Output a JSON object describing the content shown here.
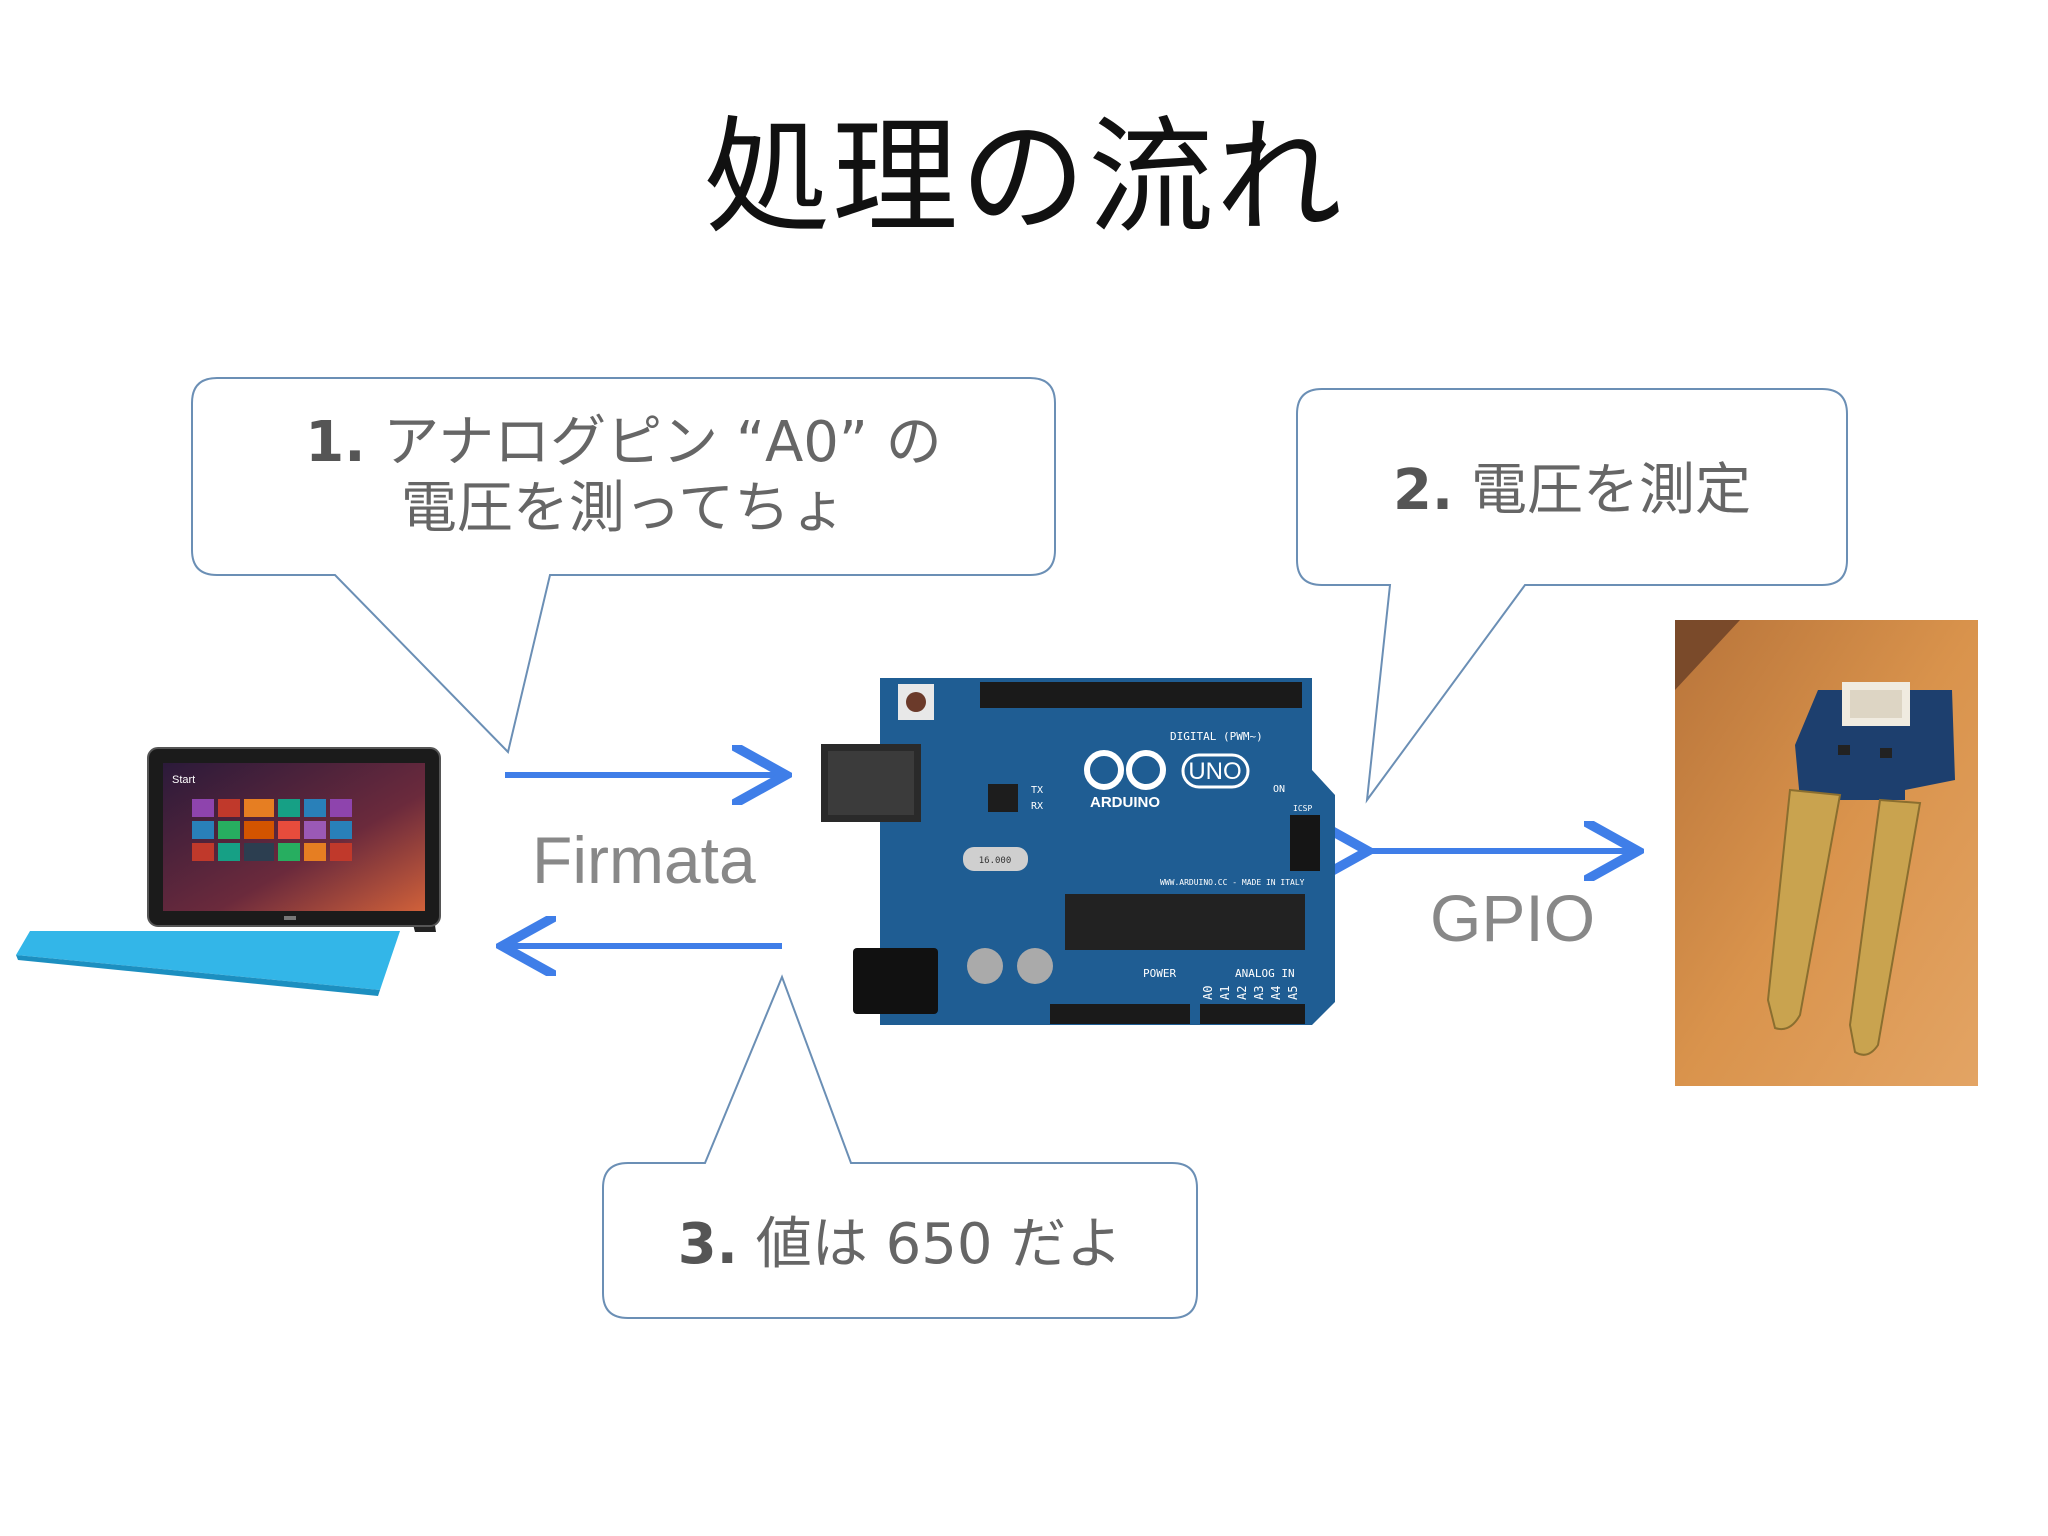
{
  "slide": {
    "title": "処理の流れ"
  },
  "bubbles": [
    {
      "num": "1.",
      "line1": "アナログピン “A0” の",
      "line2": "電圧を測ってちょ"
    },
    {
      "num": "2.",
      "line1": "電圧を測定"
    },
    {
      "num": "3.",
      "line1": "値は 650 だよ"
    }
  ],
  "labels": {
    "firmata": "Firmata",
    "gpio": "GPIO"
  },
  "arduino": {
    "logo_text": "ARDUINO",
    "model": "UNO",
    "digital": "DIGITAL (PWM~)",
    "power": "POWER",
    "analog": "ANALOG IN",
    "analog_pins": [
      "A0",
      "A1",
      "A2",
      "A3",
      "A4",
      "A5"
    ],
    "website": "WWW.ARDUINO.CC - MADE IN ITALY",
    "on": "ON",
    "tx": "TX",
    "rx": "RX",
    "icsp": "ICSP",
    "crystal": "16.000"
  },
  "tablet": {
    "start_label": "Start"
  },
  "colors": {
    "arrow": "#3f7ee8",
    "bubble_border": "#6b8fb5",
    "board": "#1f5d93",
    "tablet_keyboard": "#33b6e8",
    "sensor_board": "#1d3f6e",
    "sensor_gold": "#c9a34f",
    "wood": "#d18a45"
  },
  "icons": {
    "tablet": "surface-tablet-icon",
    "board": "arduino-board-icon",
    "sensor": "soil-moisture-sensor-icon"
  }
}
